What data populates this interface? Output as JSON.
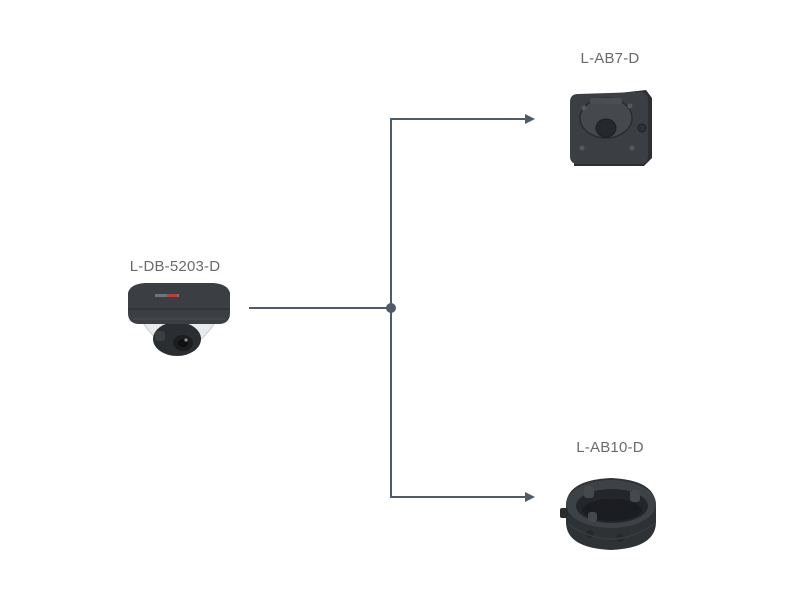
{
  "diagram": {
    "source": {
      "label": "L-DB-5203-D",
      "icon": "dome-camera-icon"
    },
    "targets": [
      {
        "label": "L-AB7-D",
        "icon": "junction-box-square-icon"
      },
      {
        "label": "L-AB10-D",
        "icon": "junction-box-round-icon"
      }
    ],
    "colors": {
      "connector": "#4f5b66",
      "device_body": "#3b3f43",
      "label_text": "#6a6a6a"
    }
  }
}
